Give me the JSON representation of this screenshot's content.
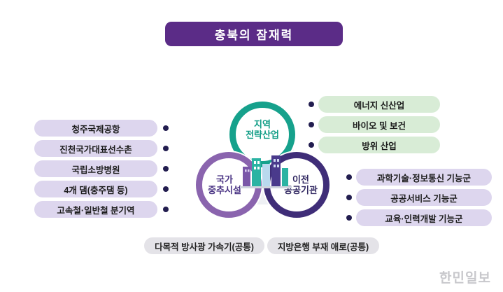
{
  "title": "충북의 잠재력",
  "venn": {
    "top": {
      "line1": "지역",
      "line2": "전략산업"
    },
    "left": {
      "line1": "국가",
      "line2": "중추시설"
    },
    "right": {
      "line1": "이전",
      "line2": "공공기관"
    }
  },
  "left_list": {
    "items": [
      "청주국제공항",
      "진천국가대표선수촌",
      "국립소방병원",
      "4개 댐(충주댐 등)",
      "고속철·일반철 분기역"
    ]
  },
  "right_green_list": {
    "items": [
      "에너지 신산업",
      "바이오 및 보건",
      "방위 산업"
    ]
  },
  "right_purple_list": {
    "items": [
      "과학기술·정보통신 기능군",
      "공공서비스 기능군",
      "교육·인력개발 기능군"
    ]
  },
  "bottom_list": {
    "items": [
      "다목적 방사광 가속기(공통)",
      "지방은행 부재 애로(공통)"
    ]
  },
  "watermark": "한민일보",
  "colors": {
    "title_bg": "#5b2c87",
    "lavender_pill": "#ddd6ee",
    "green_pill": "#d8ecd6",
    "gray_pill": "#e4e3e8",
    "bullet_dot": "#221d4f",
    "ring_top": "#16a18c",
    "ring_left": "#8a64ae",
    "ring_right": "#3f2d78"
  }
}
